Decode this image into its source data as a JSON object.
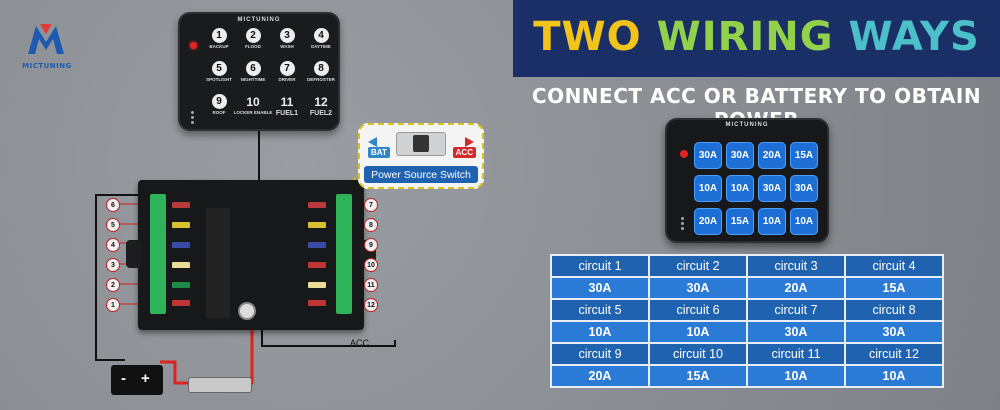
{
  "brand": {
    "logo_text": "MICTUNING",
    "colors": {
      "blue": "#1e5bb0",
      "red": "#e03a3a"
    }
  },
  "switch_panel": {
    "brand": "MICTUNING",
    "buttons": [
      {
        "num": "1",
        "label": "BACKUP"
      },
      {
        "num": "2",
        "label": "FLOOD"
      },
      {
        "num": "3",
        "label": "WASH"
      },
      {
        "num": "4",
        "label": "DAYTIME"
      },
      {
        "num": "5",
        "label": "SPOTLIGHT"
      },
      {
        "num": "6",
        "label": "NIGHTTIME"
      },
      {
        "num": "7",
        "label": "DRIVER"
      },
      {
        "num": "8",
        "label": "DEFROSTER"
      },
      {
        "num": "9",
        "label": "ROOF"
      },
      {
        "num": "10",
        "label": "LOCKER ENABLE"
      },
      {
        "num": "11",
        "label": "FUEL1"
      },
      {
        "num": "12",
        "label": "FUEL2"
      }
    ]
  },
  "fuse_box": {
    "left_numbers": [
      "6",
      "5",
      "4",
      "3",
      "2",
      "1"
    ],
    "right_numbers": [
      "7",
      "8",
      "9",
      "10",
      "11",
      "12"
    ],
    "fuse_colors_left": [
      "#b93a3a",
      "#d8c030",
      "#3a4aa8",
      "#e9dc96",
      "#1d8a4a",
      "#c03535"
    ],
    "fuse_colors_right": [
      "#b93a3a",
      "#d8c030",
      "#3a4aa8",
      "#c03535",
      "#e9dc96",
      "#c03535"
    ]
  },
  "callout": {
    "bat": "BAT",
    "acc": "ACC",
    "label": "Power Source Switch"
  },
  "battery": {
    "minus": "-",
    "plus": "+"
  },
  "acc_wire_label": "ACC",
  "headline": {
    "w1": "TWO",
    "w2": "WIRING",
    "w3": "WAYS"
  },
  "subheadline": "CONNECT ACC OR BATTERY TO OBTAIN POWER",
  "amp_panel": {
    "brand": "MICTUNING",
    "amps": [
      "30A",
      "30A",
      "20A",
      "15A",
      "10A",
      "10A",
      "30A",
      "30A",
      "20A",
      "15A",
      "10A",
      "10A"
    ]
  },
  "circuits": [
    {
      "name": "circuit 1",
      "amp": "30A"
    },
    {
      "name": "circuit 2",
      "amp": "30A"
    },
    {
      "name": "circuit 3",
      "amp": "20A"
    },
    {
      "name": "circuit 4",
      "amp": "15A"
    },
    {
      "name": "circuit 5",
      "amp": "10A"
    },
    {
      "name": "circuit 6",
      "amp": "10A"
    },
    {
      "name": "circuit 7",
      "amp": "30A"
    },
    {
      "name": "circuit 8",
      "amp": "30A"
    },
    {
      "name": "circuit 9",
      "amp": "20A"
    },
    {
      "name": "circuit 10",
      "amp": "15A"
    },
    {
      "name": "circuit 11",
      "amp": "10A"
    },
    {
      "name": "circuit 12",
      "amp": "10A"
    }
  ]
}
